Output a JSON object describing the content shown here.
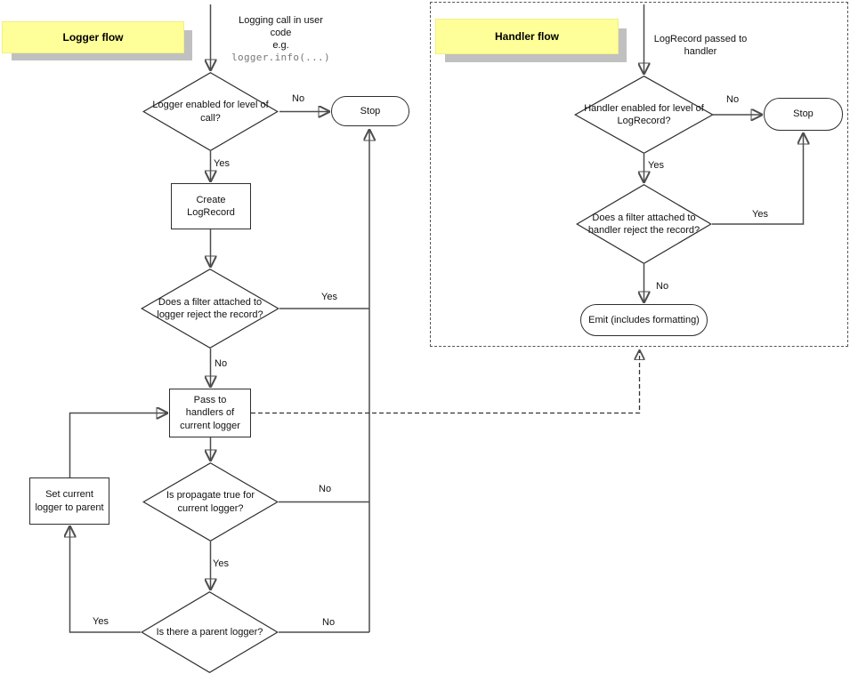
{
  "labels": {
    "yes": "Yes",
    "no": "No"
  },
  "logger_flow": {
    "title": "Logger flow",
    "entry": {
      "line1": "Logging call in user",
      "line2": "code",
      "line3": "e.g.",
      "code": "logger.info(...)"
    },
    "nodes": {
      "level_check": "Logger enabled for level of call?",
      "stop": "Stop",
      "create": "Create LogRecord",
      "filter_check": "Does a filter attached to logger reject the record?",
      "pass": "Pass to handlers of current logger",
      "propagate_check": "Is propagate true for current logger?",
      "parent_check": "Is there a parent logger?",
      "set_parent": "Set current logger to parent"
    }
  },
  "handler_flow": {
    "title": "Handler flow",
    "entry": "LogRecord passed to handler",
    "nodes": {
      "level_check": "Handler enabled for level of LogRecord?",
      "stop": "Stop",
      "filter_check": "Does a filter attached to handler reject the record?",
      "emit": "Emit (includes formatting)"
    }
  },
  "colors": {
    "note_bg": "#ffff99",
    "note_shadow": "#c0c0c0",
    "connector": "#4d4d4d",
    "code_text": "#777777"
  }
}
